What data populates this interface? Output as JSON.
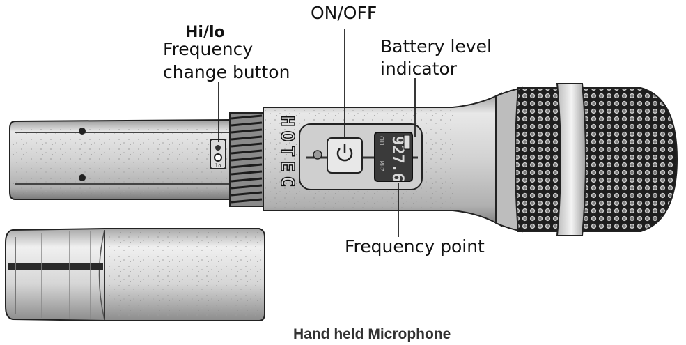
{
  "labels": {
    "hilo": "Hi/lo",
    "frequency_change_1": "Frequency",
    "frequency_change_2": "change button",
    "on_off": "ON/OFF",
    "battery_1": "Battery level",
    "battery_2": "indicator",
    "frequency_point": "Frequency point"
  },
  "brand": "HOTEC",
  "display": {
    "channel": "CH1",
    "frequency": "927.6",
    "unit": "MHZ"
  },
  "caption": "Hand held Microphone",
  "colors": {
    "ink": "#222222",
    "body_light": "#e4e4e4",
    "body_mid": "#bdbdbd",
    "body_dark": "#8a8a8a",
    "mesh": "#2a2a2a"
  },
  "icons": [
    "power-icon"
  ]
}
